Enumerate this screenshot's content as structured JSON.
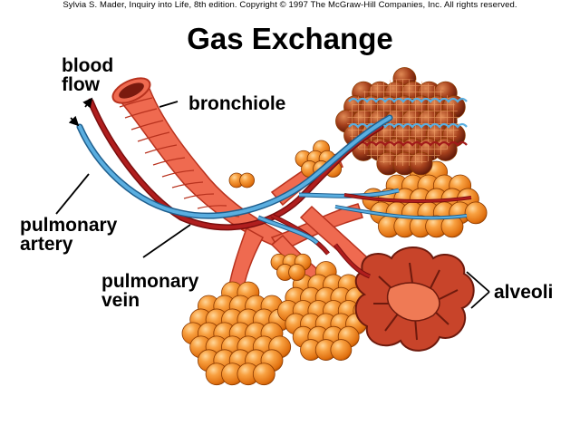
{
  "copyright": "Sylvia S. Mader, Inquiry into Life, 8th edition. Copyright © 1997 The McGraw-Hill Companies, Inc. All rights reserved.",
  "title": "Gas Exchange",
  "labels": {
    "blood_flow": [
      "blood",
      "flow"
    ],
    "bronchiole": "bronchiole",
    "pulmonary_artery": [
      "pulmonary",
      "artery"
    ],
    "pulmonary_vein": [
      "pulmonary",
      "vein"
    ],
    "alveoli": "alveoli"
  },
  "colors": {
    "airway": "#ef6a50",
    "airway_dark": "#b8321e",
    "alveolus": "#f58a1f",
    "alveolus_dark": "#c85b0a",
    "capillary_network": "#7a2414",
    "artery": "#5aaee0",
    "vein": "#a11a1a",
    "cut_section": "#c8442a"
  }
}
